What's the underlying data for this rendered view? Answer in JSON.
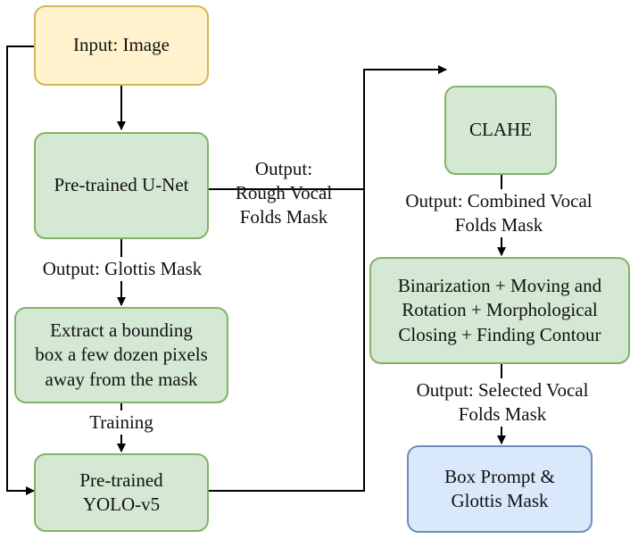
{
  "nodes": {
    "input": "Input: Image",
    "unet": "Pre-trained U-Net",
    "extract": "Extract a bounding\nbox a few dozen pixels\naway from the mask",
    "yolo": "Pre-trained\nYOLO-v5",
    "clahe": "CLAHE",
    "binarization": "Binarization + Moving and\nRotation + Morphological\nClosing + Finding Contour",
    "box_prompt": "Box Prompt &\nGlottis Mask"
  },
  "edge_labels": {
    "rough_mask": "Output:\nRough Vocal\nFolds Mask",
    "glottis_mask": "Output: Glottis Mask",
    "training": "Training",
    "combined_mask": "Output: Combined Vocal\nFolds Mask",
    "selected_mask": "Output: Selected Vocal\nFolds Mask"
  },
  "colors": {
    "input_fill": "#fff2cc",
    "process_fill": "#d5e8d4",
    "output_fill": "#dae8fc",
    "arrow": "#000000"
  }
}
